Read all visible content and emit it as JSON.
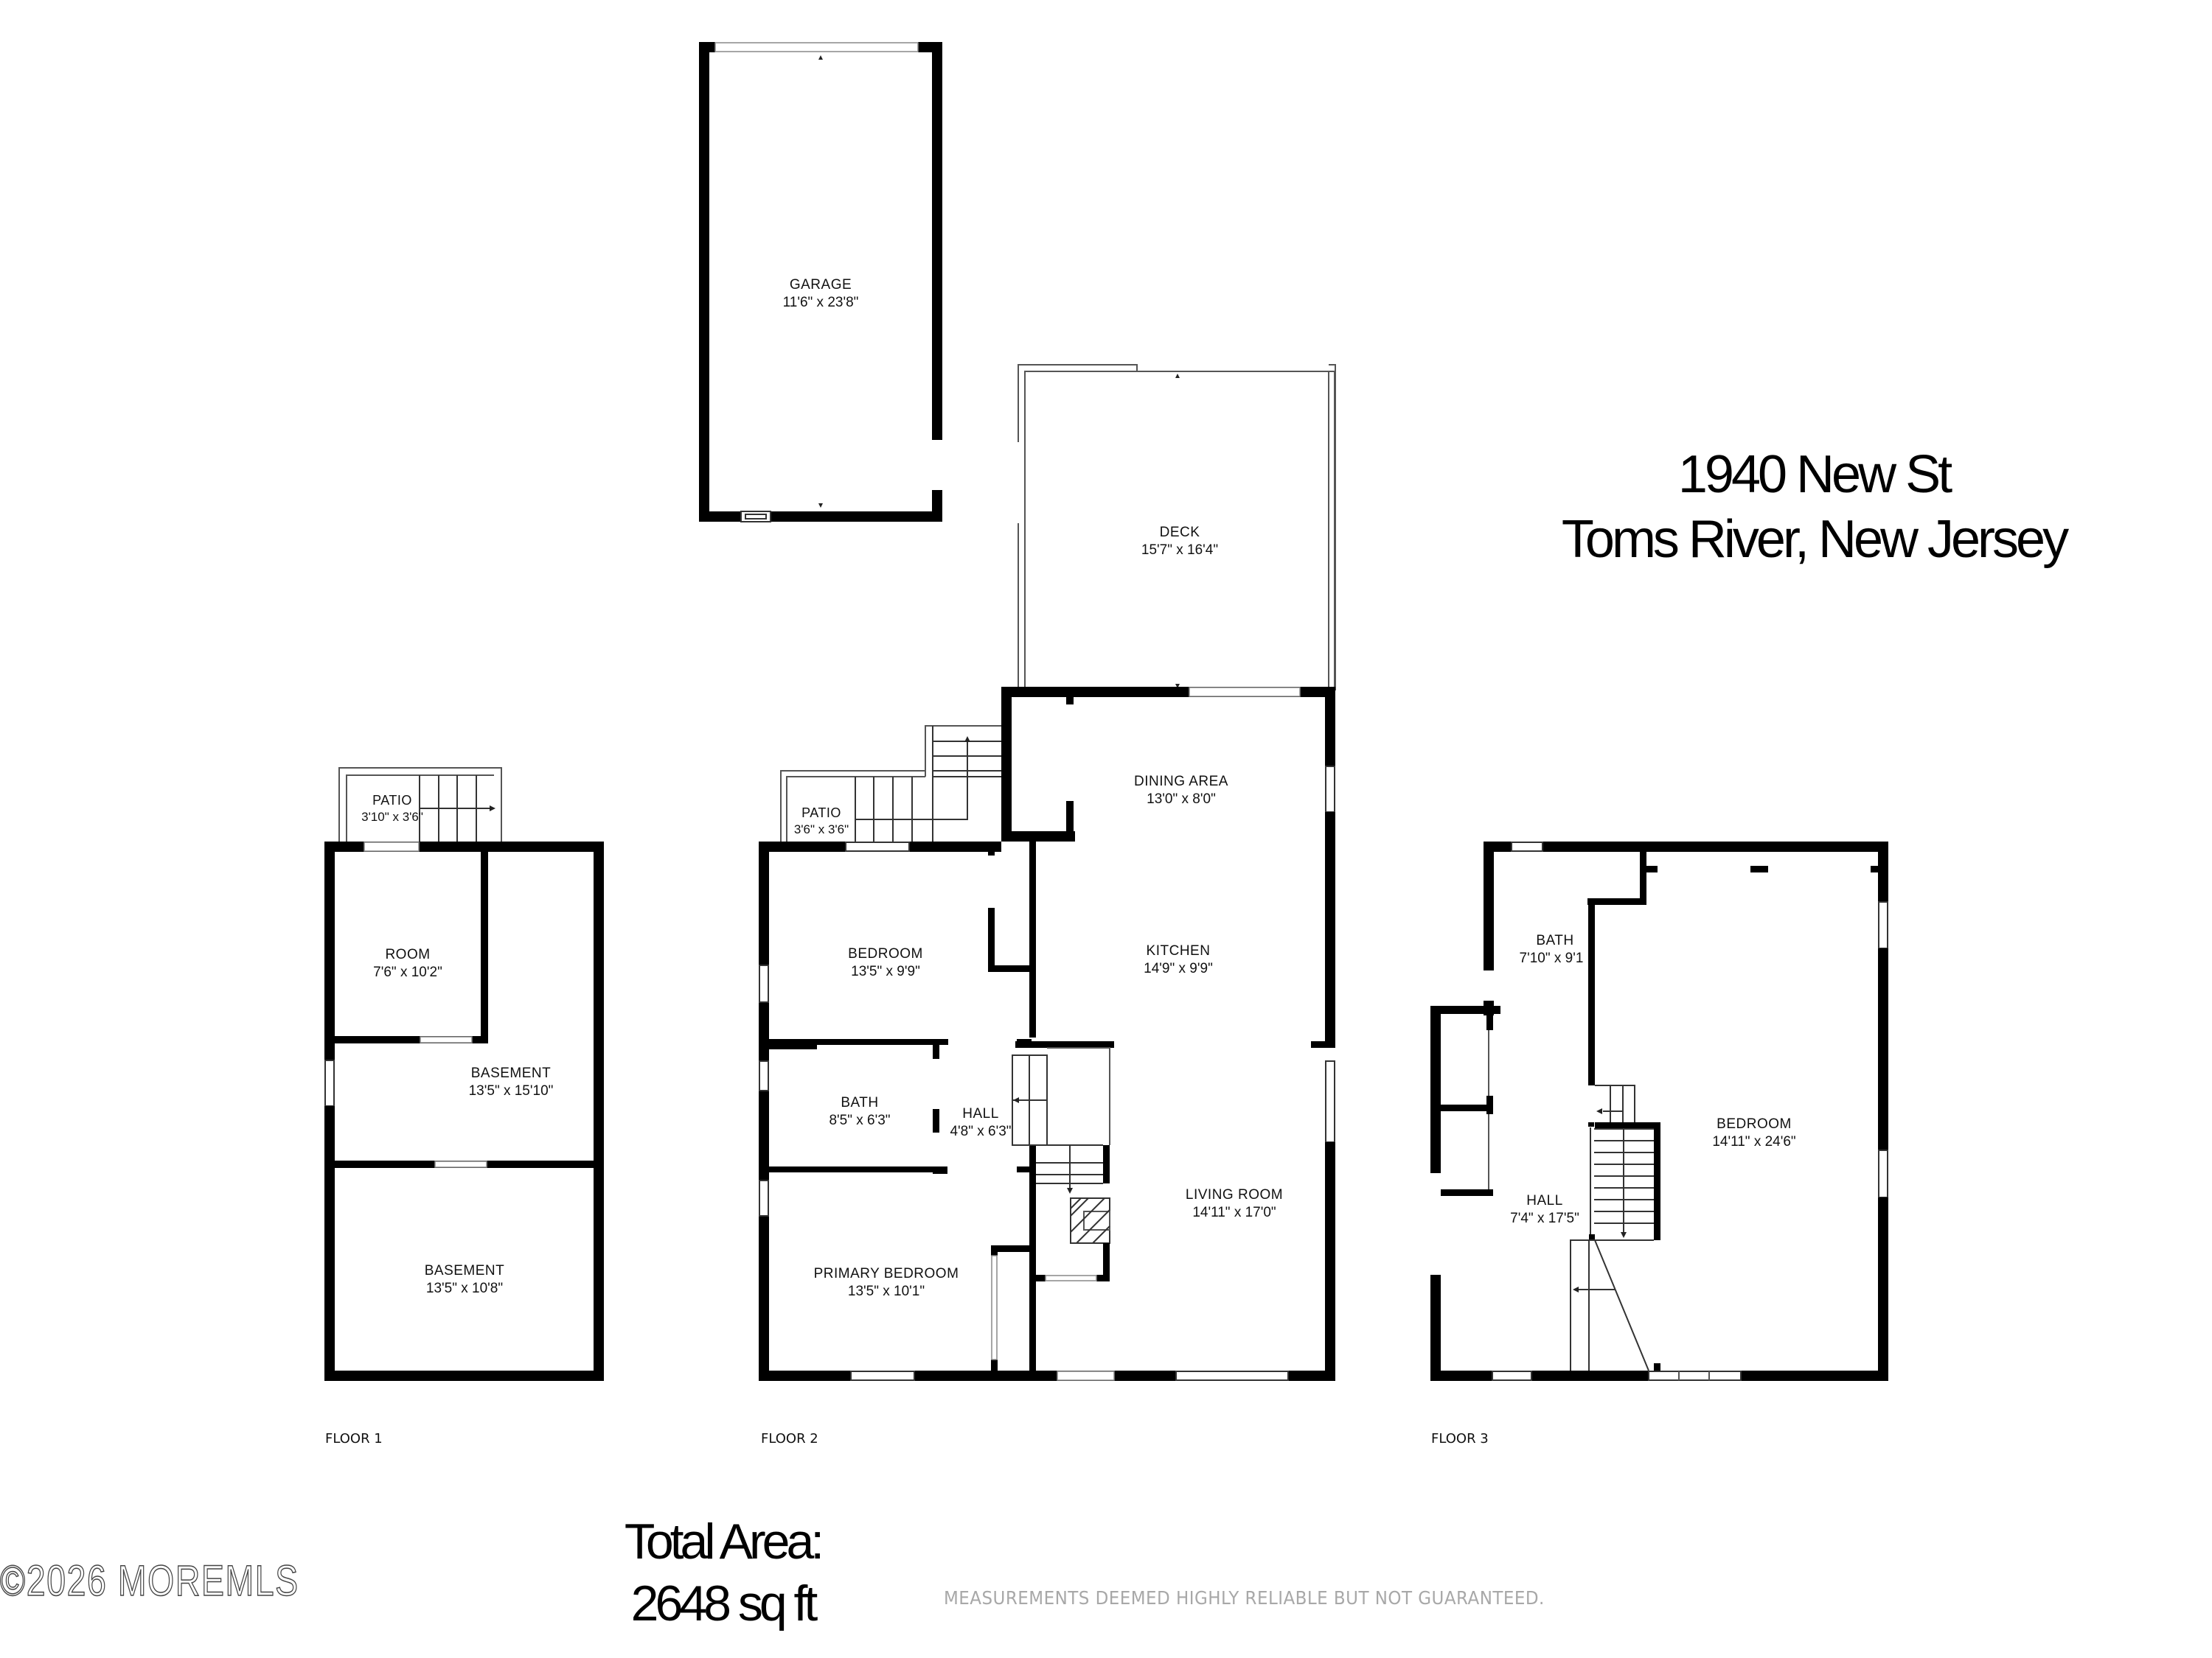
{
  "address": {
    "line1": "1940 New St",
    "line2": "Toms River, New Jersey"
  },
  "total_area": {
    "label": "Total Area:",
    "value": "2648 sq ft"
  },
  "watermark": "©2026 MOREMLS",
  "disclaimer": "MEASUREMENTS DEEMED HIGHLY RELIABLE BUT NOT GUARANTEED.",
  "floors": [
    {
      "label": "FLOOR 1",
      "rooms": [
        {
          "name": "PATIO",
          "dims": "3'10\" x 3'6\""
        },
        {
          "name": "ROOM",
          "dims": "7'6\" x 10'2\""
        },
        {
          "name": "BASEMENT",
          "dims": "13'5\" x 15'10\""
        },
        {
          "name": "BASEMENT",
          "dims": "13'5\" x 10'8\""
        }
      ]
    },
    {
      "label": "FLOOR 2",
      "rooms": [
        {
          "name": "GARAGE",
          "dims": "11'6\" x 23'8\""
        },
        {
          "name": "DECK",
          "dims": "15'7\" x 16'4\""
        },
        {
          "name": "PATIO",
          "dims": "3'6\" x 3'6\""
        },
        {
          "name": "DINING AREA",
          "dims": "13'0\" x 8'0\""
        },
        {
          "name": "BEDROOM",
          "dims": "13'5\" x 9'9\""
        },
        {
          "name": "KITCHEN",
          "dims": "14'9\" x 9'9\""
        },
        {
          "name": "BATH",
          "dims": "8'5\" x 6'3\""
        },
        {
          "name": "HALL",
          "dims": "4'8\" x 6'3\""
        },
        {
          "name": "LIVING ROOM",
          "dims": "14'11\" x 17'0\""
        },
        {
          "name": "PRIMARY BEDROOM",
          "dims": "13'5\" x 10'1\""
        }
      ]
    },
    {
      "label": "FLOOR 3",
      "rooms": [
        {
          "name": "BATH",
          "dims": "7'10\" x 9'1"
        },
        {
          "name": "BEDROOM",
          "dims": "14'11\" x 24'6\""
        },
        {
          "name": "HALL",
          "dims": "7'4\" x 17'5\""
        }
      ]
    }
  ],
  "colors": {
    "wall": "#000000",
    "background": "#ffffff",
    "disclaimer": "#a8a8a8"
  }
}
